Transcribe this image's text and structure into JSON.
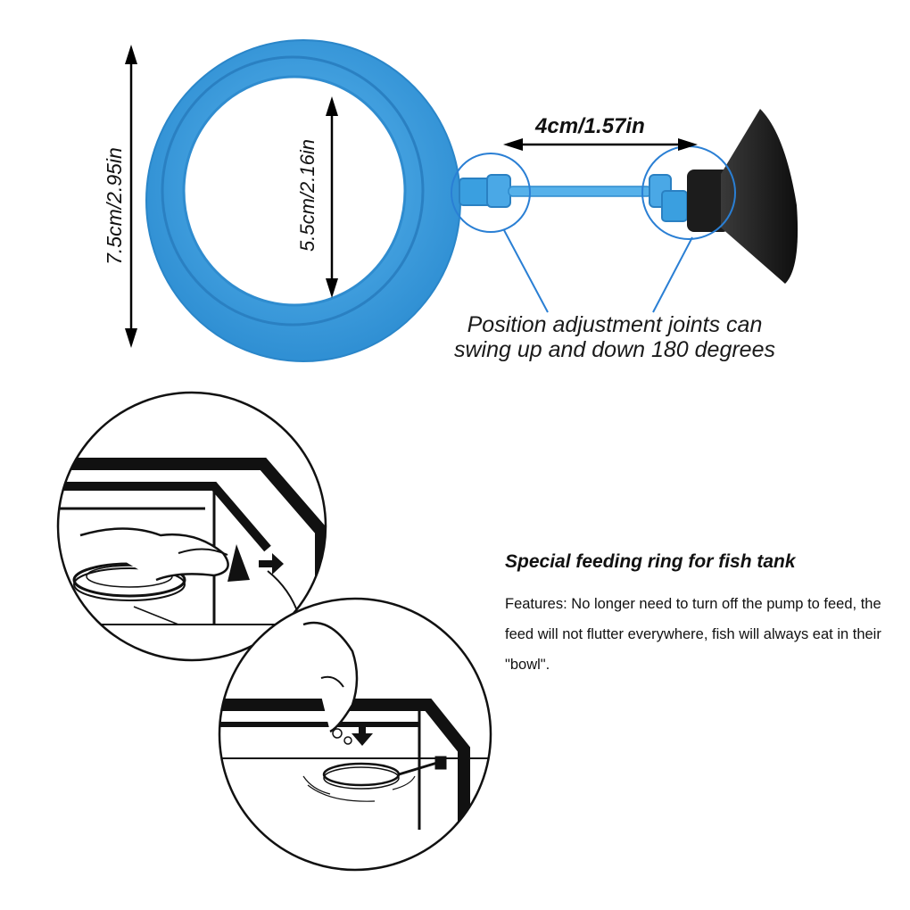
{
  "dimensions": {
    "outer_diameter": "7.5cm/2.95in",
    "inner_diameter": "5.5cm/2.16in",
    "arm_length": "4cm/1.57in"
  },
  "joint_note": {
    "line1": "Position adjustment joints can",
    "line2": "swing up and down 180 degrees"
  },
  "features": {
    "title": "Special feeding ring for fish tank",
    "text": "Features: No longer need to turn off the pump to feed, the feed will not flutter everywhere, fish will always eat in their \"bowl\"."
  },
  "colors": {
    "ring": "#3a9fe0",
    "callout": "#2a7fd4",
    "suction": "#1e1e1e"
  }
}
